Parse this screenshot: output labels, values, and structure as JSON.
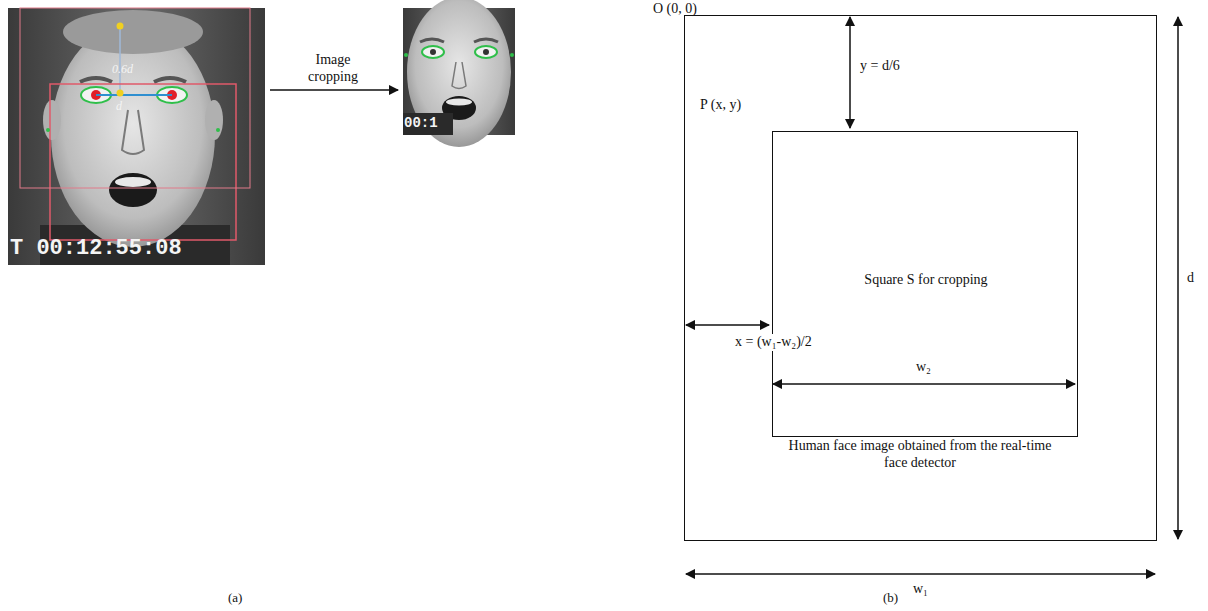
{
  "diagram": {
    "nodes": [
      {
        "text": [
          "Human face image obtained from the real-time face detector"
        ]
      },
      {
        "text": [
          "Square S for cropping"
        ],
        "in": 0
      }
    ],
    "labels": [
      "0.6d",
      "d",
      "T 00:12:55:08",
      "Image cropping",
      "00:1",
      "(a)",
      "O (0, 0)",
      "y = d/6",
      "P (x, y)",
      "x = (w₁-w₂)/2",
      "w₂",
      "d",
      "w₁",
      "(b)"
    ]
  }
}
